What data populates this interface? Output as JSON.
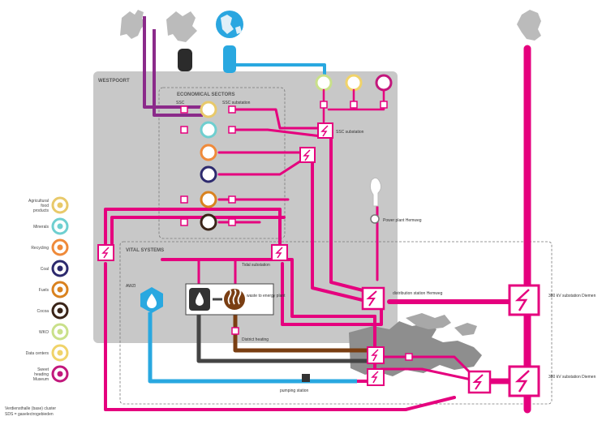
{
  "region_labels": {
    "westpoort": "WESTPOORT",
    "economical_sectors": "ECONOMICAL SECTORS",
    "vital_systems": "VITAL SYSTEMS"
  },
  "node_labels": {
    "ssc_top": "SSC",
    "ssc_substation": "SSC substation",
    "substation_right": "SSC substation",
    "power_plant": "Power plant Hemweg",
    "district_heating": "District heating",
    "distribution_station": "distribution station Hemweg",
    "waste_to_energy": "waste to energy plant",
    "main_station_1": "380 kV substation Diemen",
    "main_station_2": "380 kV substation Diemen",
    "pumping_station": "pumping station",
    "awzi": "AWZI",
    "tidal_substation": "Tidal substation"
  },
  "legend": [
    {
      "label": "Agricultural food products",
      "color": "#e8c96a",
      "icon": "wheat-icon"
    },
    {
      "label": "Minerals",
      "color": "#6fcfd0",
      "icon": "mineral-icon"
    },
    {
      "label": "Recycling",
      "color": "#ef8a3a",
      "icon": "recycling-icon"
    },
    {
      "label": "Coal",
      "color": "#2d2a6e",
      "icon": "coal-icon"
    },
    {
      "label": "Fuels",
      "color": "#d9821f",
      "icon": "fuel-drop-icon"
    },
    {
      "label": "Cocoa",
      "color": "#3a2418",
      "icon": "cocoa-icon"
    },
    {
      "label": "WKO",
      "color": "#c9e08a",
      "icon": "wko-icon"
    },
    {
      "label": "Data centers",
      "color": "#f0d36a",
      "icon": "data-center-icon"
    },
    {
      "label": "Sweet heading Museum",
      "color": "#c2187c",
      "icon": "museum-icon"
    }
  ],
  "footnote": [
    "Verdiensthalle (base) cluster",
    "SDS = gaselectrogebieden"
  ],
  "colors": {
    "power": "#e5007e",
    "power_light": "#f07cb6",
    "water": "#29a8e0",
    "heat": "#7a3e12",
    "coal": "#444444",
    "purple": "#8b2a8a",
    "zone": "#c8c8c8"
  }
}
